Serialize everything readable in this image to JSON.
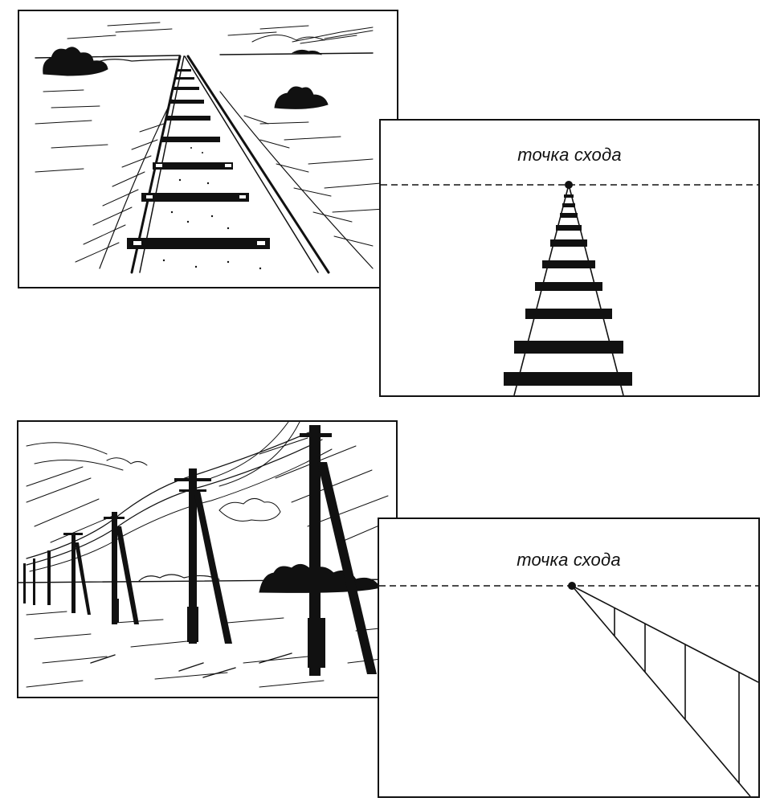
{
  "figure": {
    "colors": {
      "ink": "#111111",
      "paper": "#ffffff"
    },
    "panels": [
      {
        "id": "photo-rail",
        "kind": "illustration",
        "subject": "railway-track-illustration"
      },
      {
        "id": "diagram-rail",
        "kind": "diagram",
        "label": "точка схода",
        "subject": "railway-perspective-diagram"
      },
      {
        "id": "photo-poles",
        "kind": "illustration",
        "subject": "power-line-poles-illustration"
      },
      {
        "id": "diagram-poles",
        "kind": "diagram",
        "label": "точка схода",
        "subject": "poles-perspective-diagram"
      }
    ]
  }
}
